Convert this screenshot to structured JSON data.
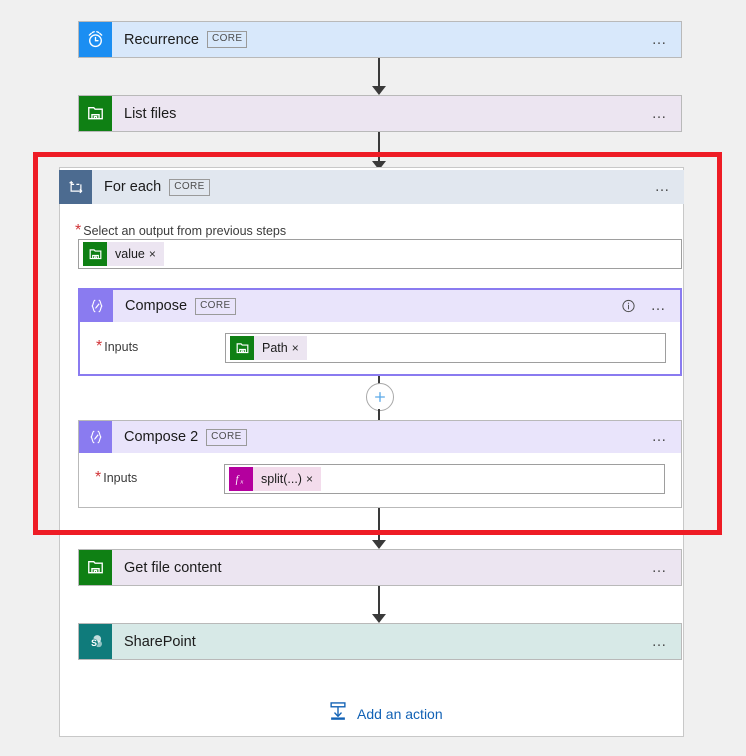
{
  "canvas": {
    "background": "#f0f0f0",
    "annotation": {
      "shape": "rectangle",
      "color": "#ee1c25"
    }
  },
  "flow": {
    "trigger": {
      "title": "Recurrence",
      "badge": "CORE",
      "icon": "alarm-clock-icon",
      "icon_color": "#1b8ef2",
      "body_color": "#d8e8fb",
      "menu": "…"
    },
    "steps": [
      {
        "title": "List files",
        "badge": "",
        "icon": "file-server-icon",
        "icon_color": "#0f8014",
        "body_color": "#ece5f1",
        "menu": "…"
      },
      {
        "title": "Get file content",
        "badge": "",
        "icon": "file-server-icon",
        "icon_color": "#0f8014",
        "body_color": "#ece5f1",
        "menu": "…"
      },
      {
        "title": "SharePoint",
        "badge": "",
        "icon": "sharepoint-icon",
        "icon_color": "#0f7b7b",
        "body_color": "#d7e9e7",
        "menu": "…"
      }
    ],
    "foreach": {
      "title": "For each",
      "badge": "CORE",
      "icon": "loop-icon",
      "icon_color": "#4c6b90",
      "header_color": "#e1e7ef",
      "menu": "…",
      "field": {
        "required_marker": "*",
        "label": "Select an output from previous steps",
        "token": {
          "label": "value",
          "remove": "×",
          "icon": "file-server-icon",
          "icon_color": "#0f8014"
        }
      },
      "actions": [
        {
          "title": "Compose",
          "badge": "CORE",
          "icon": "compose-braces-icon",
          "icon_color": "#8a7bf0",
          "header_color": "#e9e4fb",
          "selected": true,
          "info": "ⓘ",
          "menu": "…",
          "field": {
            "required_marker": "*",
            "label": "Inputs",
            "token": {
              "label": "Path",
              "remove": "×",
              "icon": "file-server-icon",
              "icon_color": "#0f8014"
            }
          }
        },
        {
          "title": "Compose 2",
          "badge": "CORE",
          "icon": "compose-braces-icon",
          "icon_color": "#8a7bf0",
          "header_color": "#e9e4fb",
          "selected": false,
          "info": "",
          "menu": "…",
          "field": {
            "required_marker": "*",
            "label": "Inputs",
            "token": {
              "label": "split(...)",
              "remove": "×",
              "icon": "function-fx-icon",
              "icon_color": "#b4009e"
            }
          }
        }
      ],
      "insert_button": {
        "glyph": "+",
        "name": "add-step-button"
      }
    },
    "add_action": {
      "label": "Add an action",
      "icon": "insert-below-icon",
      "color": "#1262b5"
    }
  }
}
